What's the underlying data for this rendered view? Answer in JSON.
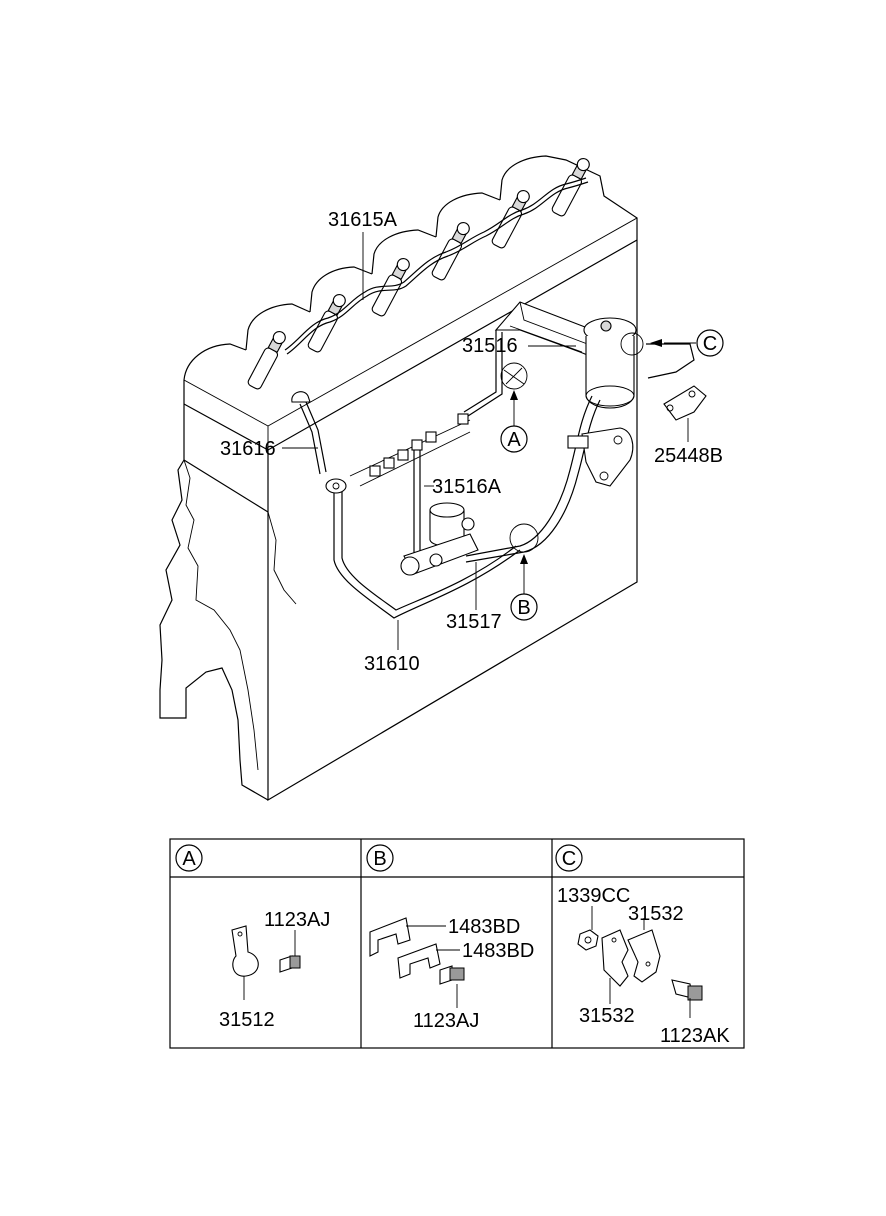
{
  "labels": {
    "p31615A": "31615A",
    "p31516": "31516",
    "p31616": "31616",
    "p31516A": "31516A",
    "p25448B": "25448B",
    "p31517": "31517",
    "p31610": "31610"
  },
  "callouts": {
    "a": "A",
    "b": "B",
    "c": "C"
  },
  "detail_table": {
    "headers": [
      "A",
      "B",
      "C"
    ],
    "a": {
      "clamp": "31512",
      "bolt": "1123AJ"
    },
    "b": {
      "upper": "1483BD",
      "lower": "1483BD",
      "bolt": "1123AJ"
    },
    "c": {
      "nut": "1339CC",
      "clamp_top": "31532",
      "clamp_bottom": "31532",
      "bolt": "1123AK"
    }
  }
}
